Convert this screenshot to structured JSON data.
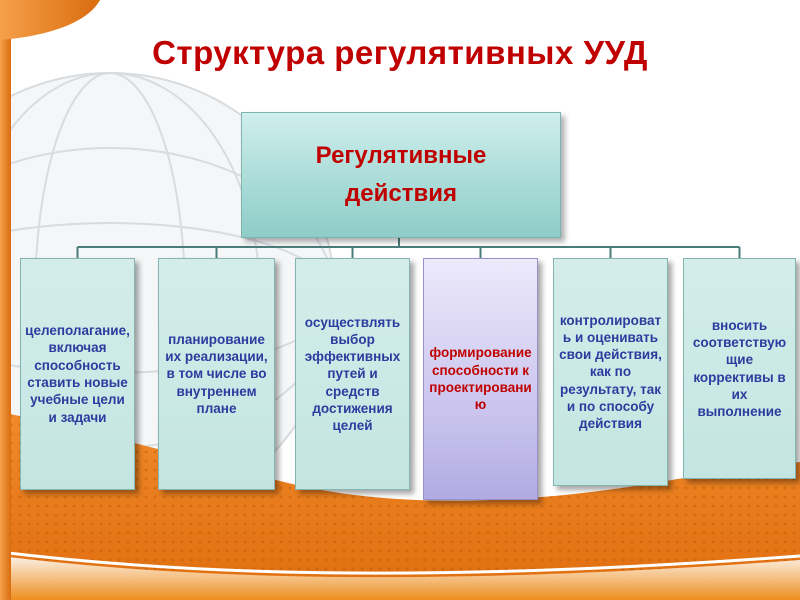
{
  "slide": {
    "title": "Структура регулятивных УУД"
  },
  "root": {
    "line1": "Регулятивные",
    "line2": "действия"
  },
  "children": [
    {
      "text": "целеполагание, включая способность ставить новые учебные цели и задачи",
      "variant": "teal"
    },
    {
      "text": "планирование их реализации, в том числе во внутреннем плане",
      "variant": "teal"
    },
    {
      "text": "осуществлять выбор эффективных путей и средств достижения целей",
      "variant": "teal"
    },
    {
      "text": "формирование способности к проектированию",
      "variant": "purple"
    },
    {
      "text": "контролировать и оценивать свои действия, как по результату, так и по способу действия",
      "variant": "teal"
    },
    {
      "text": "вносить соответствующие коррективы в их выполнение",
      "variant": "teal"
    }
  ],
  "colors": {
    "title_red": "#C00000",
    "node_text_red": "#C00000",
    "child_text_blue": "#2B3C9E",
    "teal_box_bg": "#C8E8E4",
    "purple_box_bg": "#C6C0EC",
    "accent_orange": "#E8771E",
    "connector": "#4A7D7A"
  }
}
